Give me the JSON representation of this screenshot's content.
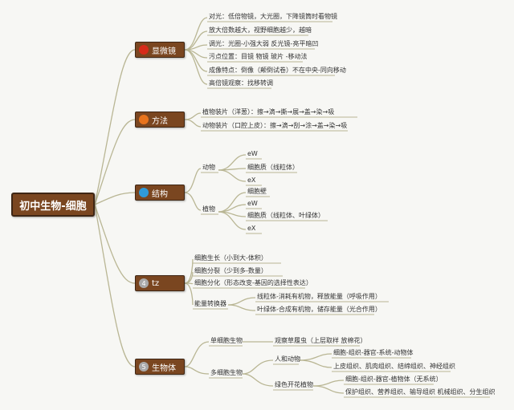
{
  "root": {
    "label": "初中生物-细胞"
  },
  "colors": {
    "line": "#b9b694",
    "box": "#7a4620",
    "dot_red": "#d62b1a",
    "dot_orange": "#e8731c",
    "dot_blue": "#2f9bd8",
    "dot_gray": "#a9a9a9"
  },
  "branches": {
    "microscope": {
      "label": "显微镜",
      "icon": "red-circle-icon",
      "items": [
        "对光：低倍物镜，大光圈，下降镜筒时看物镜",
        "放大倍数越大，视野细胞越少，越暗",
        "调光：光圈-小强大弱 反光镜-亮平暗凹",
        "污点位置：目镜 物镜 玻片 -移动法",
        "成像特点：倒像（颠倒试卷）不在中央-同向移动",
        "高倍镜观察：找移转调"
      ]
    },
    "method": {
      "label": "方法",
      "icon": "orange-circle-icon",
      "items": [
        "植物装片（洋葱）：擦→滴→撕→展→盖→染→吸",
        "动物装片（口腔上皮）：擦→滴→刮→涂→盖→染→吸"
      ]
    },
    "structure": {
      "label": "结构",
      "icon": "blue-circle-icon",
      "animal": {
        "label": "动物",
        "items": [
          "eW",
          "细胞质（线粒体）",
          "eX"
        ]
      },
      "plant": {
        "label": "植物",
        "items": [
          "细胞壁",
          "eW",
          "细胞质（线粒体、叶绿体）",
          "eX"
        ]
      }
    },
    "growth": {
      "label": "tz",
      "icon_number": "4",
      "icon": "gray-circle-icon",
      "items": [
        "细胞生长（小到大-体积）",
        "细胞分裂（少到多-数量）",
        "细胞分化（形态改变-基因的选择性表达）"
      ],
      "converter": {
        "label": "能量转换器",
        "items": [
          "线粒体-消耗有机物，释放能量（呼吸作用）",
          "叶绿体-合成有机物，储存能量（光合作用）"
        ]
      }
    },
    "organism": {
      "label": "生物体",
      "icon_number": "5",
      "icon": "gray-circle-icon",
      "single": {
        "label": "单细胞生物",
        "item": "观察草履虫（上层取样 放棉花）"
      },
      "multi": {
        "label": "多细胞生物",
        "human": {
          "label": "人和动物",
          "items": [
            "细胞-组织-器官-系统-动物体",
            "上皮组织、肌肉组织、结缔组织、神经组织"
          ]
        },
        "plant": {
          "label": "绿色开花植物",
          "items": [
            "细胞-组织-器官-植物体（无系统）",
            "保护组织、营养组织、输导组织 机械组织、分生组织"
          ]
        }
      }
    }
  }
}
